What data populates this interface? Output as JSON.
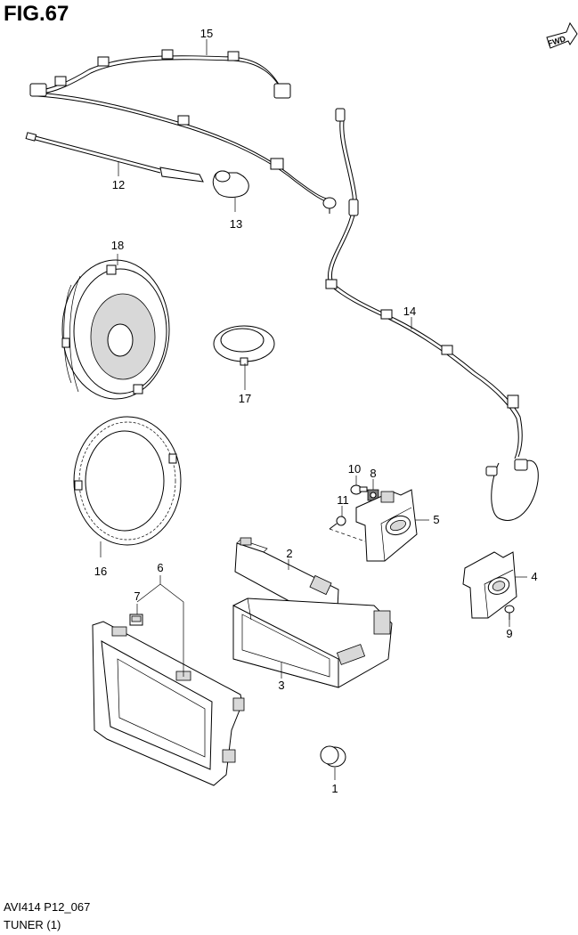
{
  "figure": {
    "title": "FIG.67",
    "direction_badge": "FWD",
    "code": "AVI414 P12_067",
    "name": "TUNER (1)"
  },
  "callouts": [
    "1",
    "2",
    "3",
    "4",
    "5",
    "6",
    "7",
    "8",
    "9",
    "10",
    "11",
    "12",
    "13",
    "14",
    "15",
    "16",
    "17",
    "18"
  ],
  "parts": [
    {
      "num": "1",
      "icon": "cap-plug"
    },
    {
      "num": "2",
      "icon": "pocket-lid"
    },
    {
      "num": "3",
      "icon": "tuner-pocket"
    },
    {
      "num": "4",
      "icon": "bracket-right"
    },
    {
      "num": "5",
      "icon": "bracket-left"
    },
    {
      "num": "6",
      "icon": "bezel-garnish"
    },
    {
      "num": "7",
      "icon": "clip"
    },
    {
      "num": "8",
      "icon": "nut"
    },
    {
      "num": "9",
      "icon": "screw"
    },
    {
      "num": "10",
      "icon": "screw"
    },
    {
      "num": "11",
      "icon": "screw"
    },
    {
      "num": "12",
      "icon": "antenna-rod"
    },
    {
      "num": "13",
      "icon": "antenna-base"
    },
    {
      "num": "14",
      "icon": "feeder-cable"
    },
    {
      "num": "15",
      "icon": "harness-wire"
    },
    {
      "num": "16",
      "icon": "speaker-spacer"
    },
    {
      "num": "17",
      "icon": "tweeter"
    },
    {
      "num": "18",
      "icon": "speaker"
    }
  ]
}
